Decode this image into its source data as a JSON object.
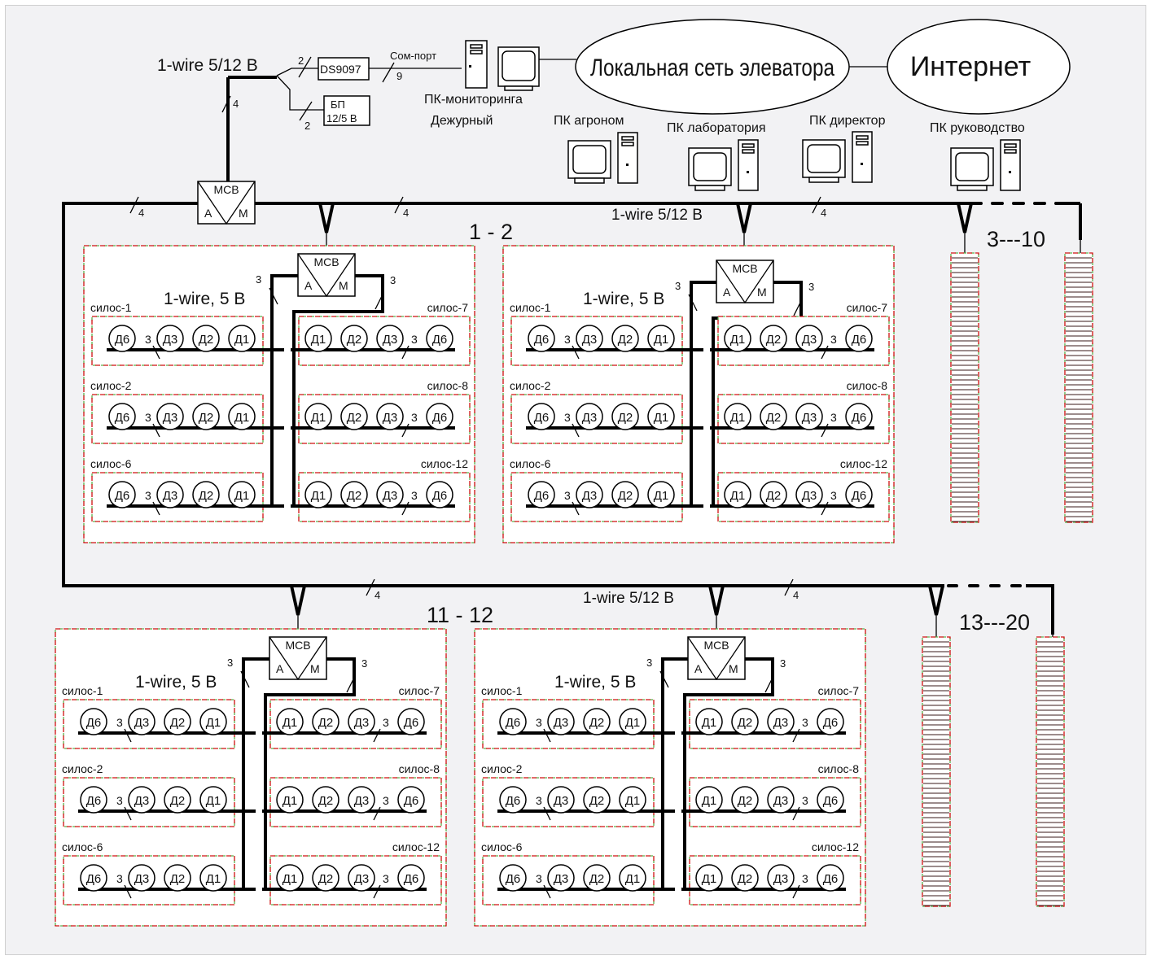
{
  "network": {
    "bus_top_label": "1-wire 5/12 В",
    "ds_adapter": "DS9097",
    "psu_line1": "БП",
    "psu_line2": "12/5 В",
    "com_port": "Сом-порт",
    "wire_count_adapter": "2",
    "wire_count_psu": "2",
    "wire_count_com": "9",
    "wire_count_bus": "4",
    "monitoring_pc_label": "ПК-мониторинга",
    "monitoring_pc_sublabel": "Дежурный",
    "lan_label": "Локальная сеть элеватора",
    "internet_label": "Интернет",
    "pcs": [
      {
        "label": "ПК агроном"
      },
      {
        "label": "ПК лаборатория"
      },
      {
        "label": "ПК директор"
      },
      {
        "label": "ПК руководство"
      }
    ]
  },
  "hub_label": "МСВ",
  "hub_port_a": "А",
  "hub_port_m": "М",
  "main_bus": {
    "label_row1": "1-wire 5/12 В",
    "label_row2": "1-wire 5/12 В",
    "wire_count": "4"
  },
  "groups": [
    {
      "label": "1 - 2"
    },
    {
      "label": "11 - 12"
    }
  ],
  "ranges": [
    {
      "label": "3---10"
    },
    {
      "label": "13---20"
    }
  ],
  "block": {
    "local_bus_label": "1-wire, 5 В",
    "branch_wire_count": "3",
    "silos_left": [
      {
        "label": "силос-1",
        "sensors": [
          "Д6",
          "Д3",
          "Д2",
          "Д1"
        ],
        "wire_count": "3"
      },
      {
        "label": "силос-2",
        "sensors": [
          "Д6",
          "Д3",
          "Д2",
          "Д1"
        ],
        "wire_count": "3"
      },
      {
        "label": "силос-6",
        "sensors": [
          "Д6",
          "Д3",
          "Д2",
          "Д1"
        ],
        "wire_count": "3"
      }
    ],
    "silos_right": [
      {
        "label": "силос-7",
        "sensors": [
          "Д1",
          "Д2",
          "Д3",
          "Д6"
        ],
        "wire_count": "3"
      },
      {
        "label": "силос-8",
        "sensors": [
          "Д1",
          "Д2",
          "Д3",
          "Д6"
        ],
        "wire_count": "3"
      },
      {
        "label": "силос-12",
        "sensors": [
          "Д1",
          "Д2",
          "Д3",
          "Д6"
        ],
        "wire_count": "3"
      }
    ]
  }
}
